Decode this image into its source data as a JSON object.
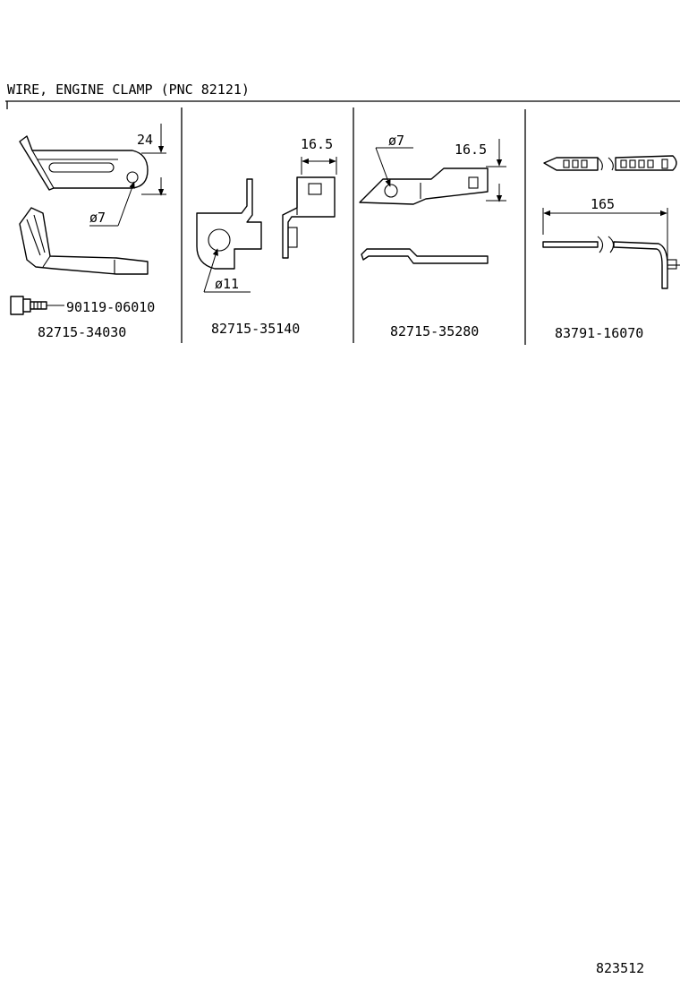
{
  "header": {
    "title": "WIRE, ENGINE CLAMP (PNC 82121)"
  },
  "panels": [
    {
      "part_number": "82715-34030",
      "dimensions": {
        "height": "24",
        "hole": "ø7"
      },
      "bolt_part_number": "90119-06010"
    },
    {
      "part_number": "82715-35140",
      "dimensions": {
        "width": "16.5",
        "hole": "ø11"
      }
    },
    {
      "part_number": "82715-35280",
      "dimensions": {
        "height": "16.5",
        "hole": "ø7"
      }
    },
    {
      "part_number": "83791-16070",
      "dimensions": {
        "length": "165"
      }
    }
  ],
  "footer": {
    "diagram_number": "823512"
  }
}
